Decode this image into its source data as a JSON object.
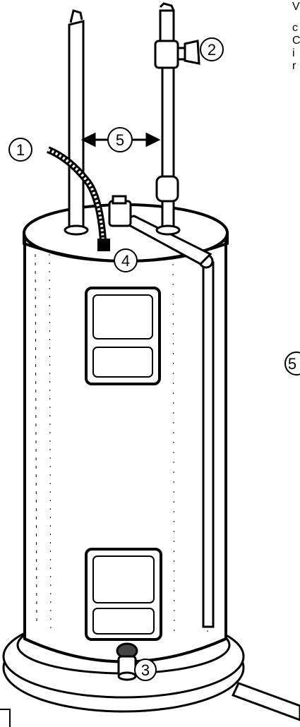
{
  "diagram": {
    "callouts": {
      "c1": "1",
      "c2": "2",
      "c3": "3",
      "c4": "4",
      "c5a": "5",
      "c5b": "5"
    },
    "side_text_fragments": [
      "V",
      "c",
      "C",
      "i",
      "r"
    ]
  }
}
